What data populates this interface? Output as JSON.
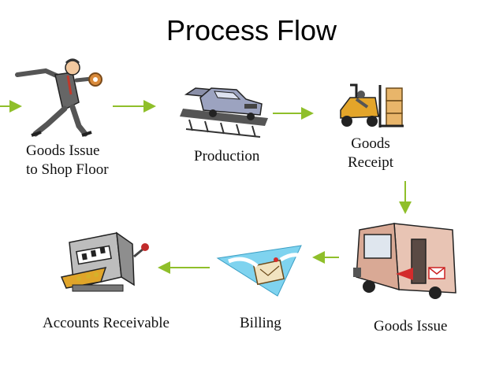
{
  "title": "Process Flow",
  "colors": {
    "arrow": "#8fbf2a",
    "text": "#111111"
  },
  "steps": [
    {
      "id": "goods-issue-shop-floor",
      "icon": "throwing-man-icon",
      "lines": [
        "Goods Issue",
        "to Shop Floor"
      ]
    },
    {
      "id": "production",
      "icon": "car-assembly-line-icon",
      "lines": [
        "Production"
      ]
    },
    {
      "id": "goods-receipt",
      "icon": "forklift-icon",
      "lines": [
        "Goods",
        "Receipt"
      ]
    },
    {
      "id": "goods-issue",
      "icon": "delivery-truck-icon",
      "lines": [
        "Goods Issue"
      ]
    },
    {
      "id": "billing",
      "icon": "flying-letter-icon",
      "lines": [
        "Billing"
      ]
    },
    {
      "id": "accounts-receivable",
      "icon": "slot-machine-icon",
      "lines": [
        "Accounts Receivable"
      ]
    }
  ]
}
